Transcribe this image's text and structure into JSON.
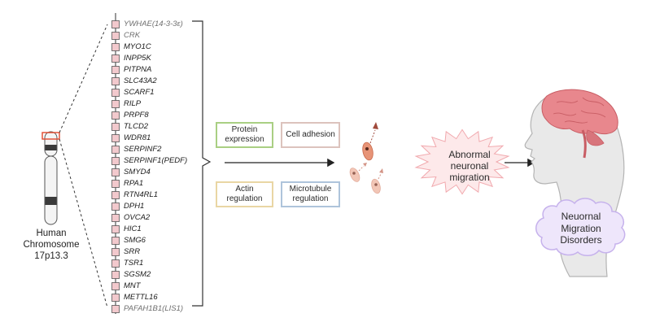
{
  "chromosome": {
    "label_lines": [
      "Human",
      "Chromosome",
      "17p13.3"
    ]
  },
  "genes": [
    {
      "name": "YWHAE(14-3-3ε)",
      "light": true
    },
    {
      "name": "CRK",
      "light": true
    },
    {
      "name": "MYO1C",
      "light": false
    },
    {
      "name": "INPP5K",
      "light": false
    },
    {
      "name": "PITPNA",
      "light": false
    },
    {
      "name": "SLC43A2",
      "light": false
    },
    {
      "name": "SCARF1",
      "light": false
    },
    {
      "name": "RILP",
      "light": false
    },
    {
      "name": "PRPF8",
      "light": false
    },
    {
      "name": "TLCD2",
      "light": false
    },
    {
      "name": "WDR81",
      "light": false
    },
    {
      "name": "SERPINF2",
      "light": false
    },
    {
      "name": "SERPINF1(PEDF)",
      "light": false
    },
    {
      "name": "SMYD4",
      "light": false
    },
    {
      "name": "RPA1",
      "light": false
    },
    {
      "name": "RTN4RL1",
      "light": false
    },
    {
      "name": "DPH1",
      "light": false
    },
    {
      "name": "OVCA2",
      "light": false
    },
    {
      "name": "HIC1",
      "light": false
    },
    {
      "name": "SMG6",
      "light": false
    },
    {
      "name": "SRR",
      "light": false
    },
    {
      "name": "TSR1",
      "light": false
    },
    {
      "name": "SGSM2",
      "light": false
    },
    {
      "name": "MNT",
      "light": false
    },
    {
      "name": "METTL16",
      "light": false
    },
    {
      "name": "PAFAH1B1(LIS1)",
      "light": true
    }
  ],
  "processes": [
    {
      "label_lines": [
        "Protein",
        "expression"
      ],
      "border": "#a9cf83"
    },
    {
      "label_lines": [
        "Cell adhesion"
      ],
      "border": "#dcc3bd"
    },
    {
      "label_lines": [
        "Actin",
        "regulation"
      ],
      "border": "#e9d6a4"
    },
    {
      "label_lines": [
        "Microtubule",
        "regulation"
      ],
      "border": "#aec4db"
    }
  ],
  "effect": {
    "label_lines": [
      "Abnormal",
      "neuronal",
      "migration"
    ]
  },
  "outcome": {
    "label_lines": [
      "Neuornal",
      "Migration",
      "Disorders"
    ]
  },
  "colors": {
    "highlight": "#e0482c",
    "gene_box_fill": "#f2c9cd",
    "star_fill": "#fde9ea",
    "star_stroke": "#f1a9ae",
    "cloud_fill": "#eee6fb",
    "cloud_stroke": "#c6b2ec",
    "brain": "#e8878d",
    "neuron": "#e79477"
  }
}
